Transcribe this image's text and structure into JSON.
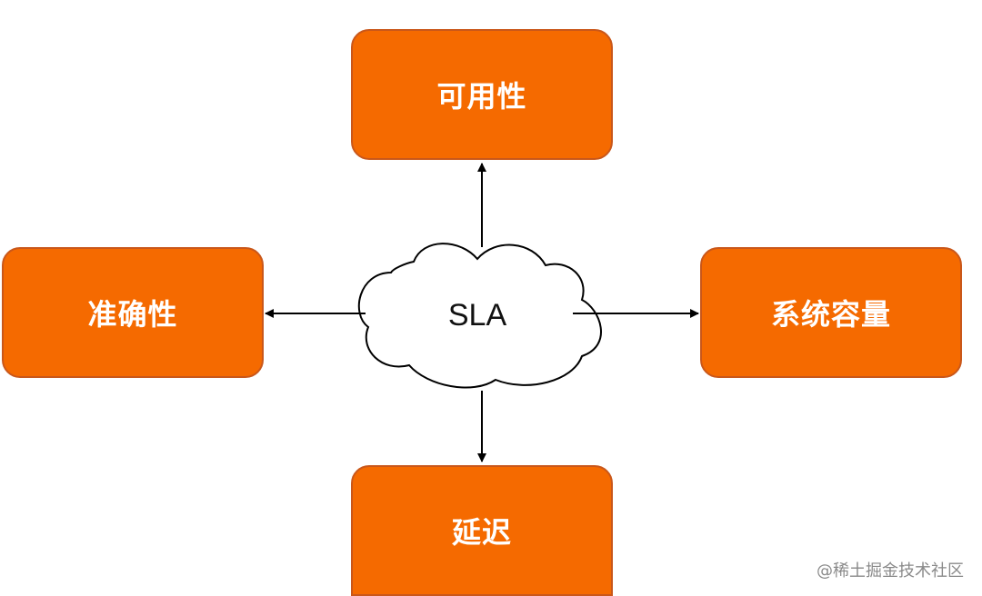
{
  "diagram": {
    "center": "SLA",
    "nodes": {
      "top": "可用性",
      "left": "准确性",
      "right": "系统容量",
      "bottom": "延迟"
    }
  },
  "watermark": "@稀土掘金技术社区",
  "colors": {
    "box_fill": "#F56A00",
    "box_stroke": "#C9571A",
    "arrow": "#000000",
    "cloud_stroke": "#000000"
  }
}
